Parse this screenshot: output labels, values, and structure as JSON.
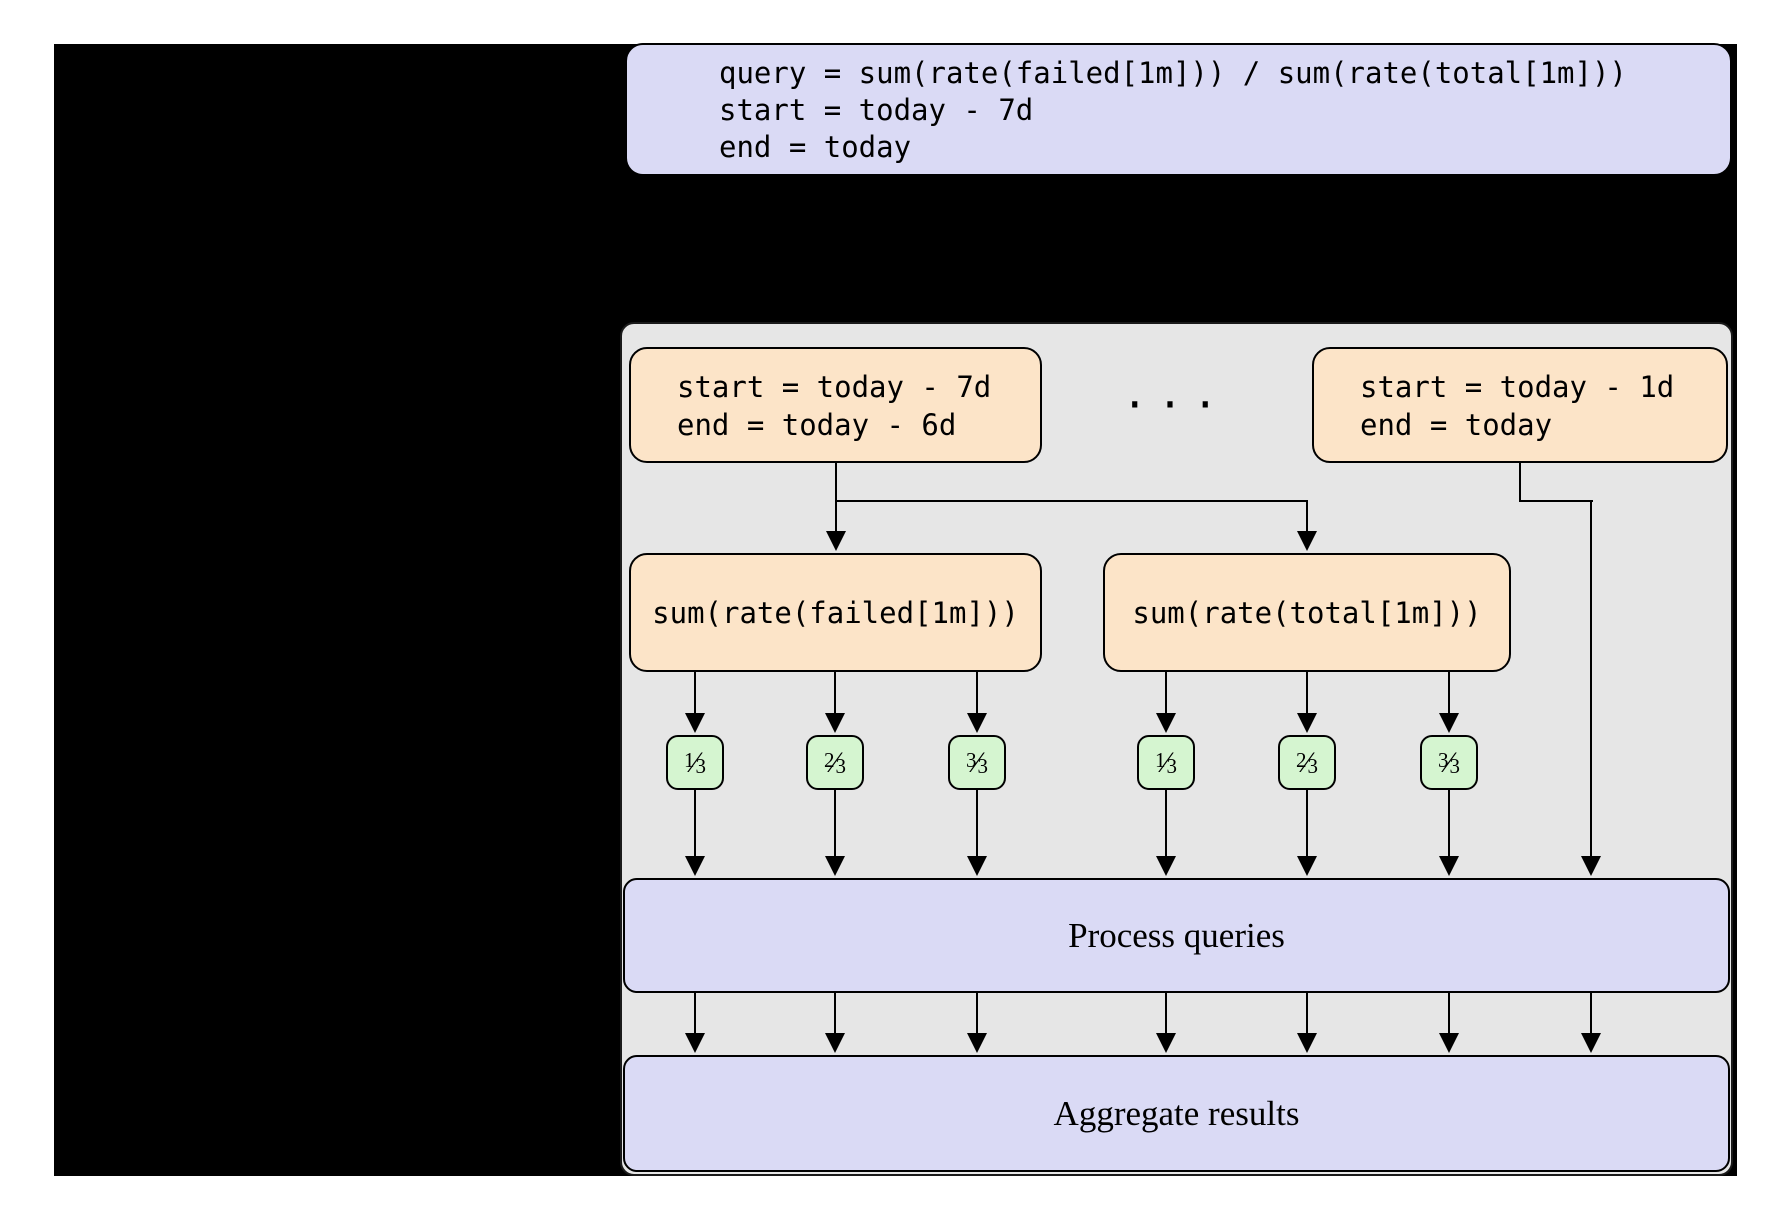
{
  "figure": {
    "code_box": {
      "lines": [
        "query = sum(rate(failed[1m])) / sum(rate(total[1m]))",
        "start = today - 7d",
        "end = today"
      ]
    },
    "window_boxes": [
      {
        "line1": "start = today - 7d",
        "line2": "end = today - 6d"
      },
      {
        "line1": "start = today - 1d",
        "line2": "end = today"
      }
    ],
    "ellipsis": "···",
    "metric_boxes": [
      {
        "label": "sum(rate(failed[1m]))"
      },
      {
        "label": "sum(rate(total[1m]))"
      }
    ],
    "fraction_slash": "⁄",
    "shards": [
      {
        "numerator": "1",
        "denominator": "3"
      },
      {
        "numerator": "2",
        "denominator": "3"
      },
      {
        "numerator": "3",
        "denominator": "3"
      },
      {
        "numerator": "1",
        "denominator": "3"
      },
      {
        "numerator": "2",
        "denominator": "3"
      },
      {
        "numerator": "3",
        "denominator": "3"
      }
    ],
    "process_label": "Process queries",
    "aggregate_label": "Aggregate results",
    "colors": {
      "lavender": "#dadaf5",
      "peach": "#fce4c8",
      "green": "#d5f5d0",
      "container_gray": "#e6e6e6",
      "backdrop": "#000000",
      "line": "#000000"
    }
  }
}
